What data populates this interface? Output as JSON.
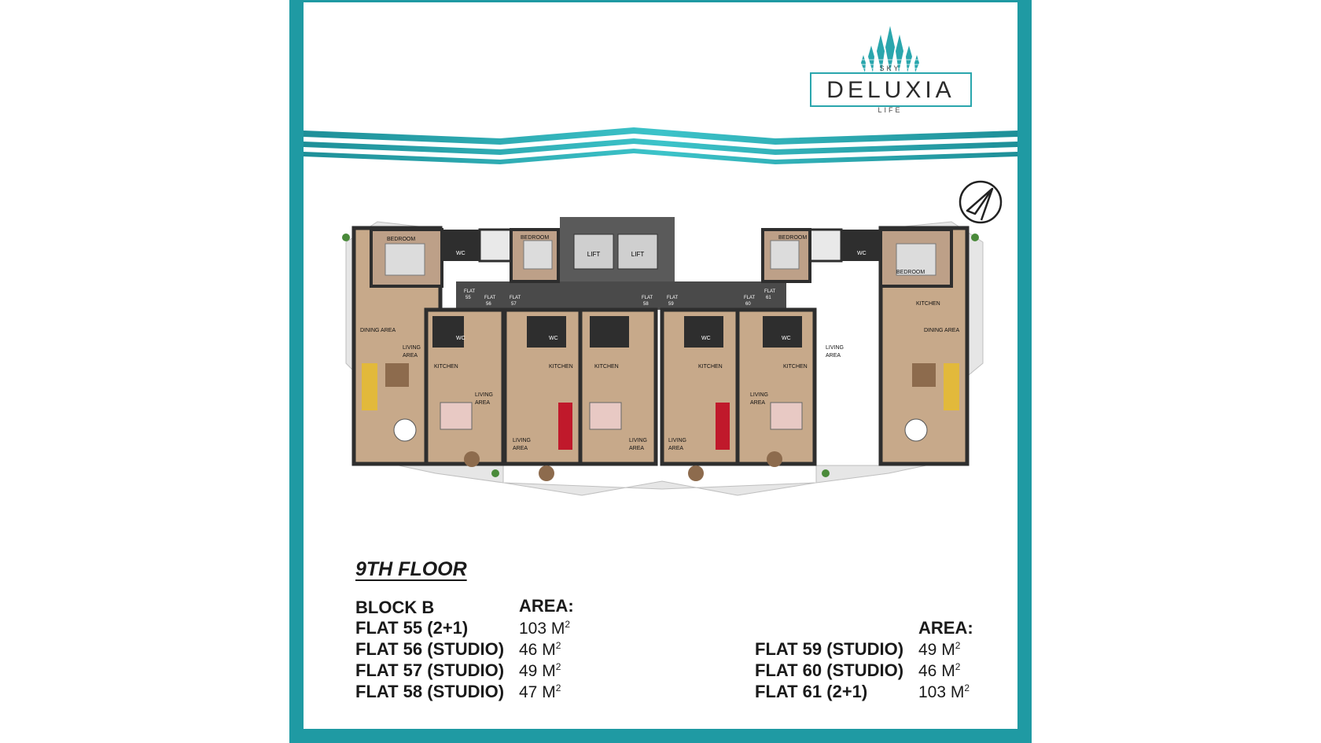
{
  "brand": {
    "top": "SKY",
    "name": "DELUXIA",
    "bottom": "LIFE"
  },
  "floor_title": "9TH FLOOR",
  "left_table": {
    "header_block": "BLOCK B",
    "header_area": "AREA:",
    "rows": [
      {
        "flat": "FLAT 55 (2+1)",
        "area": "103 M",
        "unit_sup": "2"
      },
      {
        "flat": "FLAT 56 (STUDIO)",
        "area": "46 M",
        "unit_sup": "2"
      },
      {
        "flat": "FLAT 57 (STUDIO)",
        "area": "49 M",
        "unit_sup": "2"
      },
      {
        "flat": "FLAT 58 (STUDIO)",
        "area": "47 M",
        "unit_sup": "2"
      }
    ]
  },
  "right_table": {
    "header_area": "AREA:",
    "rows": [
      {
        "flat": "FLAT 59 (STUDIO)",
        "area": "49 M",
        "unit_sup": "2"
      },
      {
        "flat": "FLAT 60 (STUDIO)",
        "area": "46 M",
        "unit_sup": "2"
      },
      {
        "flat": "FLAT 61 (2+1)",
        "area": "103 M",
        "unit_sup": "2"
      }
    ]
  },
  "plan_labels": {
    "bedroom": "BEDROOM",
    "wc": "WC",
    "lift": "LIFT",
    "kitchen": "KITCHEN",
    "dining_area": "DINING AREA",
    "living": "LIVING",
    "area": "AREA",
    "flat": "FLAT",
    "flat_numbers": [
      "55",
      "56",
      "57",
      "58",
      "59",
      "60",
      "61"
    ]
  },
  "colors": {
    "frame": "#1f9aa3",
    "accent": "#2aa6ad",
    "wall": "#2e2e2e",
    "floor_wood": "#c7a98a",
    "corridor": "#4a4a4a",
    "terrace": "#e4e4e4"
  },
  "icons": [
    "compass-north-icon"
  ]
}
